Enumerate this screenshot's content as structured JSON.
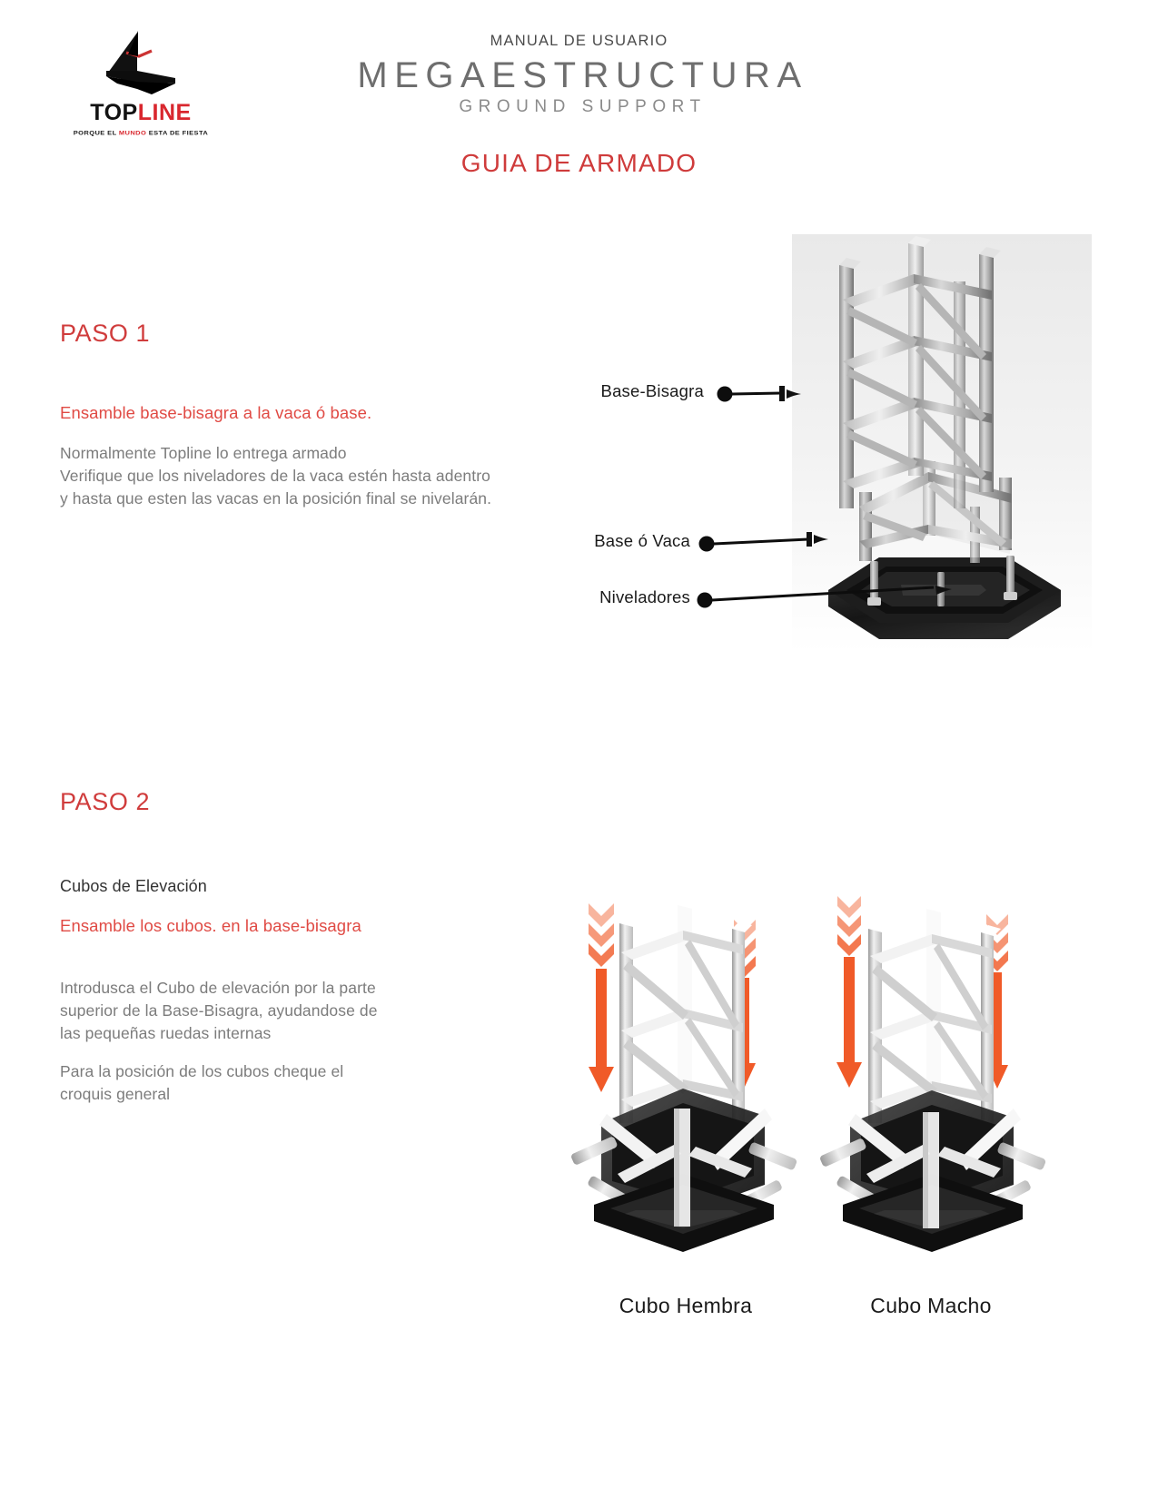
{
  "brand": {
    "logo_icon": "topline-anvil-logo",
    "name_part1": "TOP",
    "name_part2": "LINE",
    "tagline_pre": "PORQUE EL ",
    "tagline_red": "MUNDO",
    "tagline_post": " ESTA DE FIESTA",
    "red": "#d9272e"
  },
  "header": {
    "kicker": "MANUAL DE USUARIO",
    "title": "MEGAESTRUCTURA",
    "subtitle": "GROUND SUPPORT",
    "guide_title": "GUIA DE ARMADO"
  },
  "step1": {
    "heading": "PASO 1",
    "red_instruction": "Ensamble base-bisagra a la vaca ó base.",
    "body_line1": "Normalmente Topline lo entrega armado",
    "body_line2": "Verifique que los niveladores de la vaca estén hasta adentro",
    "body_line3": "y hasta que esten las vacas en la posición final se nivelarán.",
    "callouts": [
      {
        "label": "Base-Bisagra"
      },
      {
        "label": "Base ó Vaca"
      },
      {
        "label": "Niveladores"
      }
    ],
    "figure_alt": "tower-base-hinge-render"
  },
  "step2": {
    "heading": "PASO 2",
    "subheading": "Cubos de Elevación",
    "red_instruction": "Ensamble los cubos. en la base-bisagra",
    "body_a_line1": "Introdusca el Cubo de elevación por la parte",
    "body_a_line2": "superior  de la Base-Bisagra, ayudandose de",
    "body_a_line3": "las pequeñas ruedas internas",
    "body_b_line1": "Para la posición de los cubos cheque el",
    "body_b_line2": "croquis general",
    "caption_left": "Cubo Hembra",
    "caption_right": "Cubo Macho",
    "arrow_color": "#f05a28",
    "figure_left_alt": "cubo-hembra-render",
    "figure_right_alt": "cubo-macho-render"
  }
}
